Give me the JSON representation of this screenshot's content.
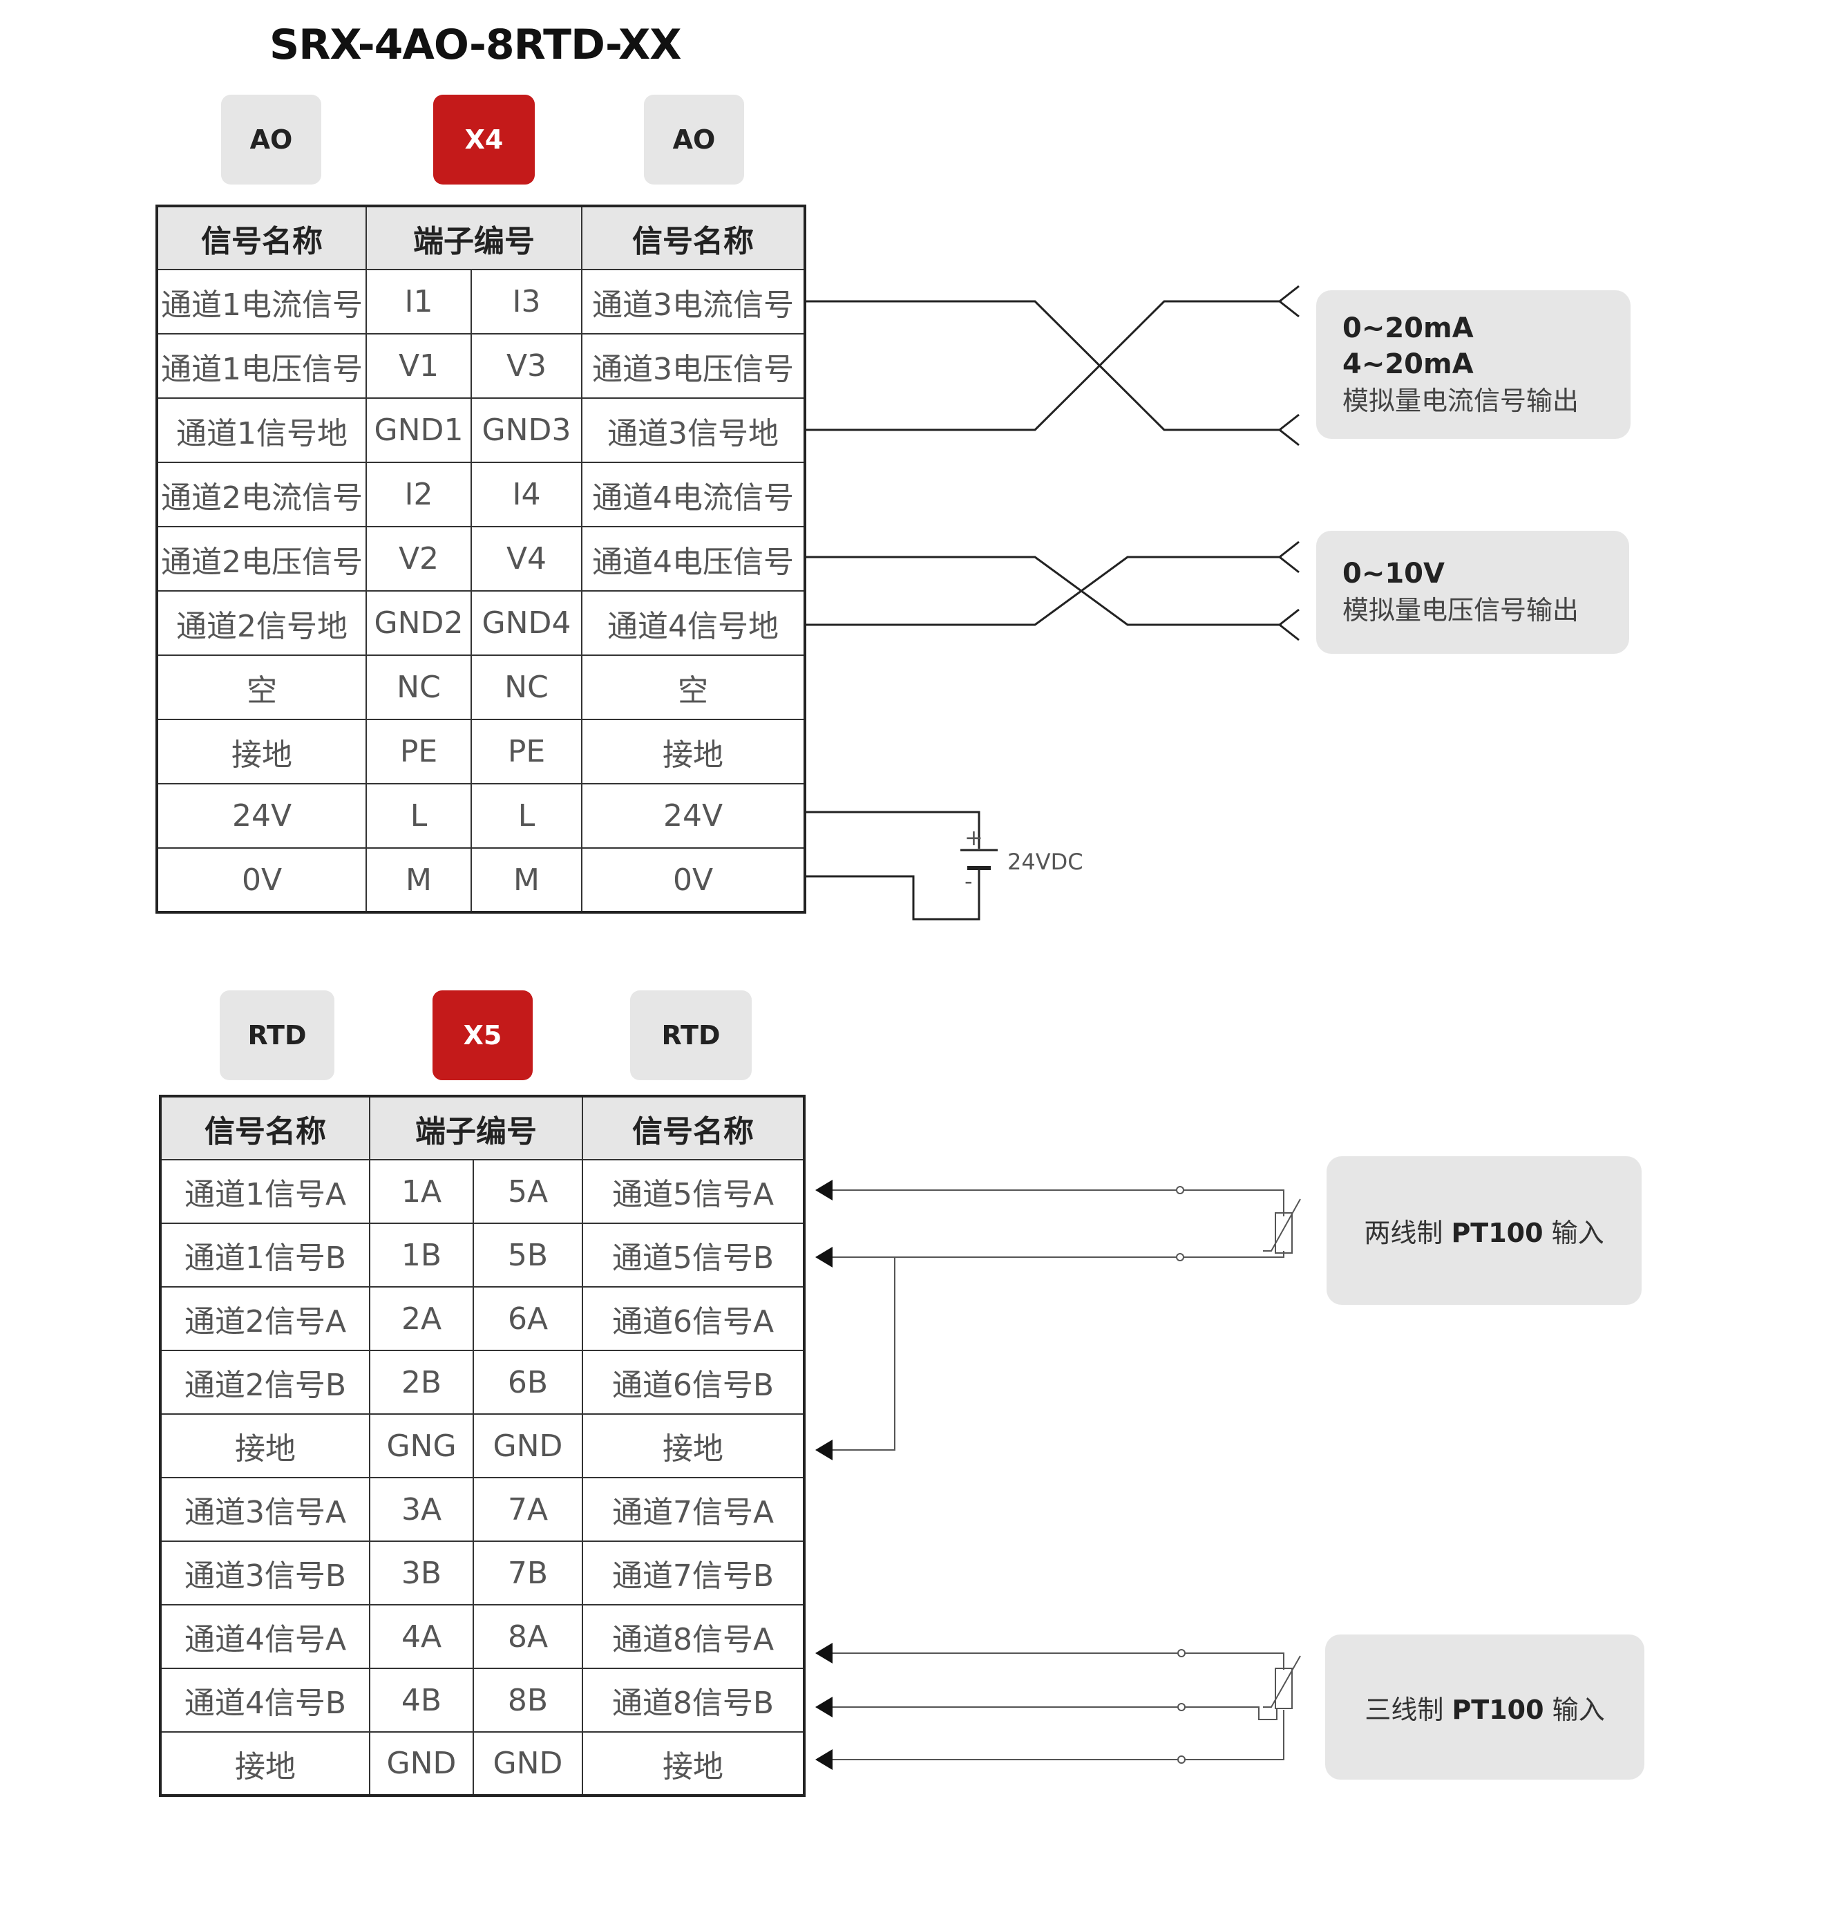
{
  "title": "SRX-4AO-8RTD-XX",
  "ao_section": {
    "tags": {
      "left": "AO",
      "center": "X4",
      "right": "AO"
    },
    "headers": [
      "信号名称",
      "端子编号",
      "信号名称"
    ],
    "rows": [
      [
        "通道1电流信号",
        "I1",
        "I3",
        "通道3电流信号"
      ],
      [
        "通道1电压信号",
        "V1",
        "V3",
        "通道3电压信号"
      ],
      [
        "通道1信号地",
        "GND1",
        "GND3",
        "通道3信号地"
      ],
      [
        "通道2电流信号",
        "I2",
        "I4",
        "通道4电流信号"
      ],
      [
        "通道2电压信号",
        "V2",
        "V4",
        "通道4电压信号"
      ],
      [
        "通道2信号地",
        "GND2",
        "GND4",
        "通道4信号地"
      ],
      [
        "空",
        "NC",
        "NC",
        "空"
      ],
      [
        "接地",
        "PE",
        "PE",
        "接地"
      ],
      [
        "24V",
        "L",
        "L",
        "24V"
      ],
      [
        "0V",
        "M",
        "M",
        "0V"
      ]
    ],
    "callout_current": {
      "line1": "0~20mA",
      "line2": "4~20mA",
      "line3": "模拟量电流信号输出"
    },
    "callout_voltage": {
      "line1": "0~10V",
      "line2": "模拟量电压信号输出"
    },
    "supply_label": "24VDC",
    "plus": "+",
    "minus": "-"
  },
  "rtd_section": {
    "tags": {
      "left": "RTD",
      "center": "X5",
      "right": "RTD"
    },
    "headers": [
      "信号名称",
      "端子编号",
      "信号名称"
    ],
    "rows": [
      [
        "通道1信号A",
        "1A",
        "5A",
        "通道5信号A"
      ],
      [
        "通道1信号B",
        "1B",
        "5B",
        "通道5信号B"
      ],
      [
        "通道2信号A",
        "2A",
        "6A",
        "通道6信号A"
      ],
      [
        "通道2信号B",
        "2B",
        "6B",
        "通道6信号B"
      ],
      [
        "接地",
        "GNG",
        "GND",
        "接地"
      ],
      [
        "通道3信号A",
        "3A",
        "7A",
        "通道7信号A"
      ],
      [
        "通道3信号B",
        "3B",
        "7B",
        "通道7信号B"
      ],
      [
        "通道4信号A",
        "4A",
        "8A",
        "通道8信号A"
      ],
      [
        "通道4信号B",
        "4B",
        "8B",
        "通道8信号B"
      ],
      [
        "接地",
        "GND",
        "GND",
        "接地"
      ]
    ],
    "callout_two_wire": {
      "prefix": "两线制 ",
      "bold": "PT100",
      "suffix": " 输入"
    },
    "callout_three_wire": {
      "prefix": "三线制 ",
      "bold": "PT100",
      "suffix": " 输入"
    }
  }
}
